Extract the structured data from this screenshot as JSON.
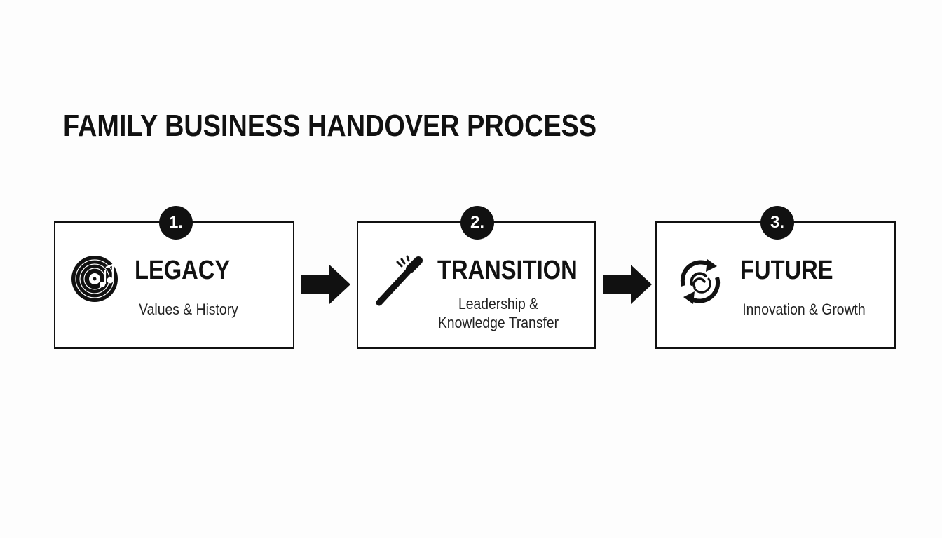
{
  "title": "FAMILY BUSINESS HANDOVER PROCESS",
  "steps": [
    {
      "number": "1.",
      "title": "LEGACY",
      "description": "Values & History",
      "icon": "vinyl-record-icon"
    },
    {
      "number": "2.",
      "title": "TRANSITION",
      "description": "Leadership &\nKnowledge Transfer",
      "icon": "baton-icon"
    },
    {
      "number": "3.",
      "title": "FUTURE",
      "description": "Innovation & Growth",
      "icon": "cycle-arrows-icon"
    }
  ],
  "connectors": [
    {
      "icon": "arrow-right-icon"
    },
    {
      "icon": "arrow-right-icon"
    }
  ],
  "colors": {
    "background": "#fdfdfd",
    "ink": "#111111",
    "box_fill": "#ffffff"
  }
}
